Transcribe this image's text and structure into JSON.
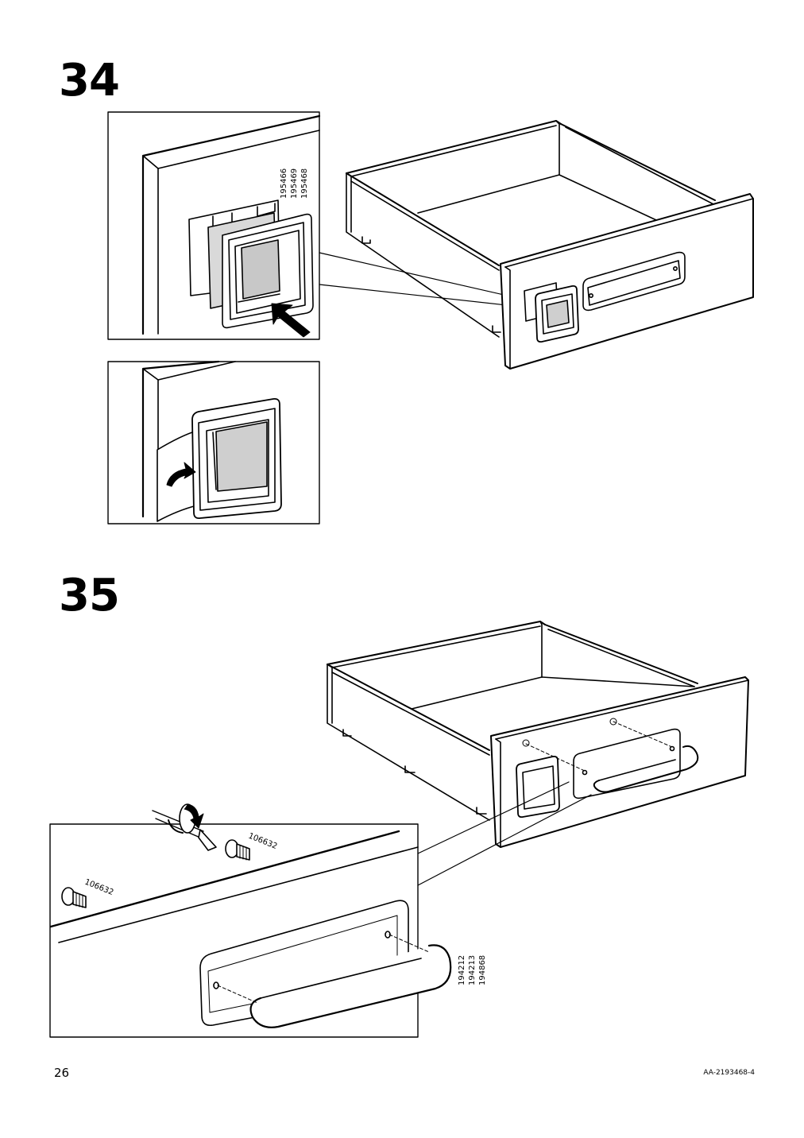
{
  "steps": [
    {
      "number": "34",
      "part_numbers": [
        "195466",
        "195469",
        "195468"
      ]
    },
    {
      "number": "35",
      "screw_labels": [
        "106632",
        "106632"
      ],
      "handle_part_numbers": [
        "194212",
        "194213",
        "194868"
      ]
    }
  ],
  "footer": {
    "page_number": "26",
    "doc_id": "AA-2193468-4"
  }
}
